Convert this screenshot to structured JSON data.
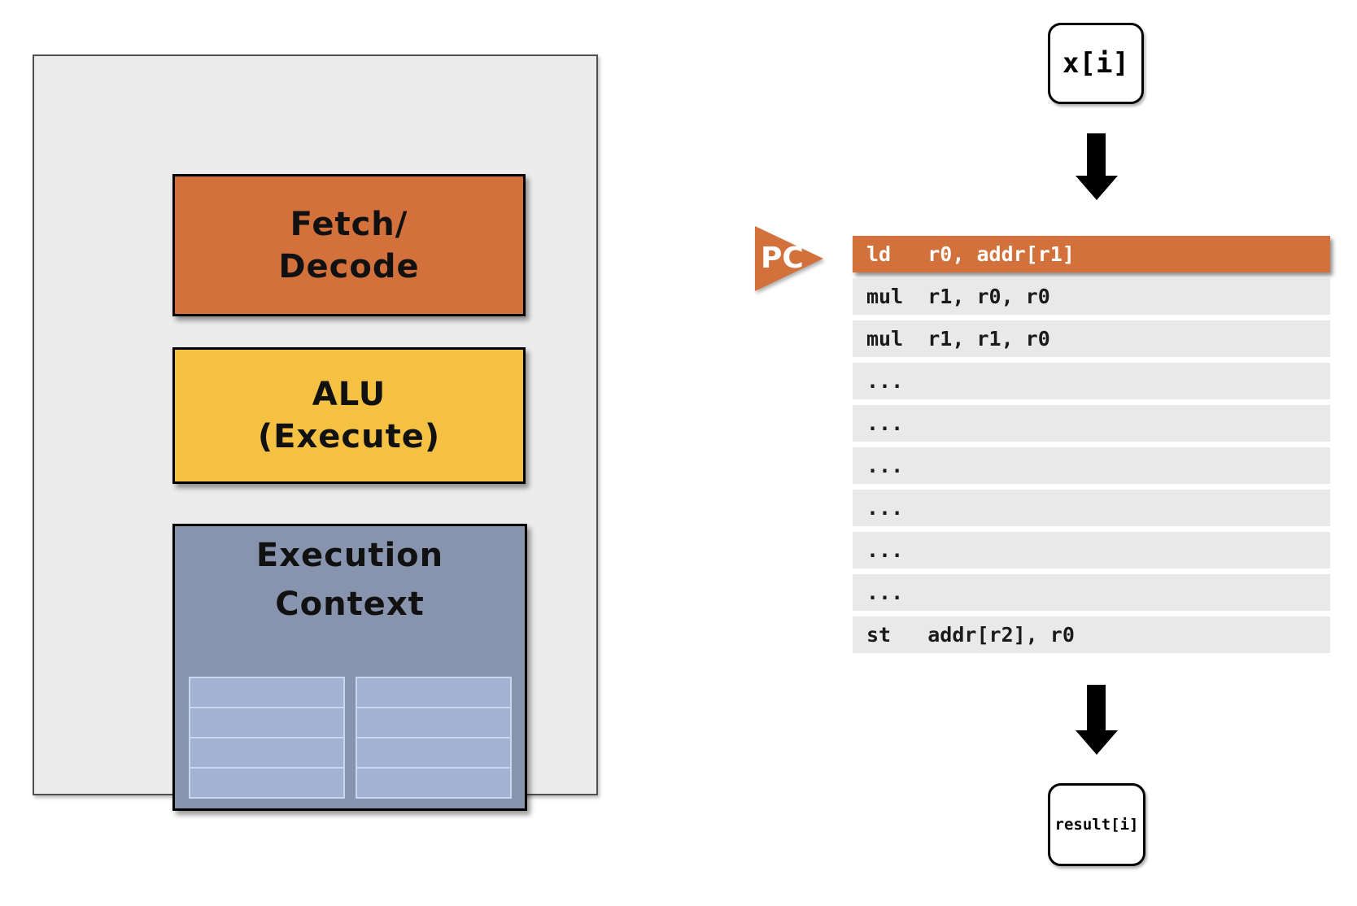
{
  "colors": {
    "orange": "#D2713C",
    "yellow": "#F5C142",
    "slate": "#8894AE",
    "cell": "#A3B2D3",
    "cellBorder": "#C9D6F0",
    "rowBg": "#E9E9E9",
    "panelBg": "#ECECEC"
  },
  "processor": {
    "fetch": {
      "line1": "Fetch/",
      "line2": "Decode"
    },
    "alu": {
      "line1": "ALU",
      "line2": "(Execute)"
    },
    "context": {
      "line1": "Execution",
      "line2": "Context"
    },
    "register_grid_count": 2,
    "register_rows": 4
  },
  "program": {
    "pc_label": "PC",
    "input_label": "x[i]",
    "output_label": "result[i]",
    "instructions": [
      {
        "text": "ld   r0, addr[r1]",
        "current": true
      },
      {
        "text": "mul  r1, r0, r0",
        "current": false
      },
      {
        "text": "mul  r1, r1, r0",
        "current": false
      },
      {
        "text": "...",
        "current": false
      },
      {
        "text": "...",
        "current": false
      },
      {
        "text": "...",
        "current": false
      },
      {
        "text": "...",
        "current": false
      },
      {
        "text": "...",
        "current": false
      },
      {
        "text": "...",
        "current": false
      },
      {
        "text": "st   addr[r2], r0",
        "current": false
      }
    ]
  }
}
